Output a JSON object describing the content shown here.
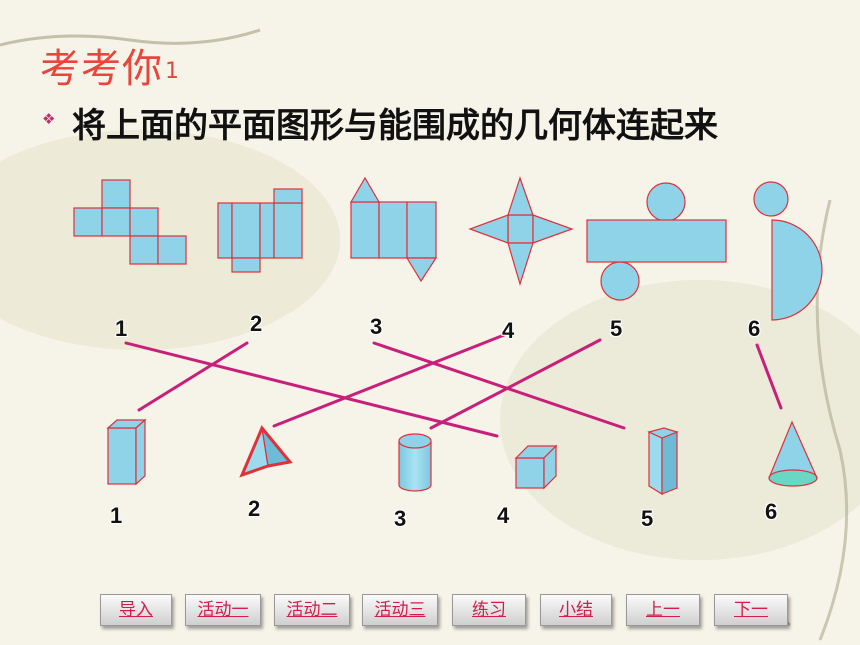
{
  "title": {
    "text": "考考你",
    "num": "1"
  },
  "instruction": "将上面的平面图形与能围成的几何体连起来",
  "top_labels": [
    "1",
    "2",
    "3",
    "4",
    "5",
    "6"
  ],
  "bottom_labels": [
    "1",
    "2",
    "3",
    "4",
    "5",
    "6"
  ],
  "nav": [
    "导入",
    "活动一",
    "活动二",
    "活动三",
    "练习",
    "小结",
    "上一",
    "下一"
  ],
  "colors": {
    "shape_fill": "#8fd3e8",
    "shape_stroke": "#e0303a",
    "line": "#c8207a",
    "title": "#e8453c"
  }
}
